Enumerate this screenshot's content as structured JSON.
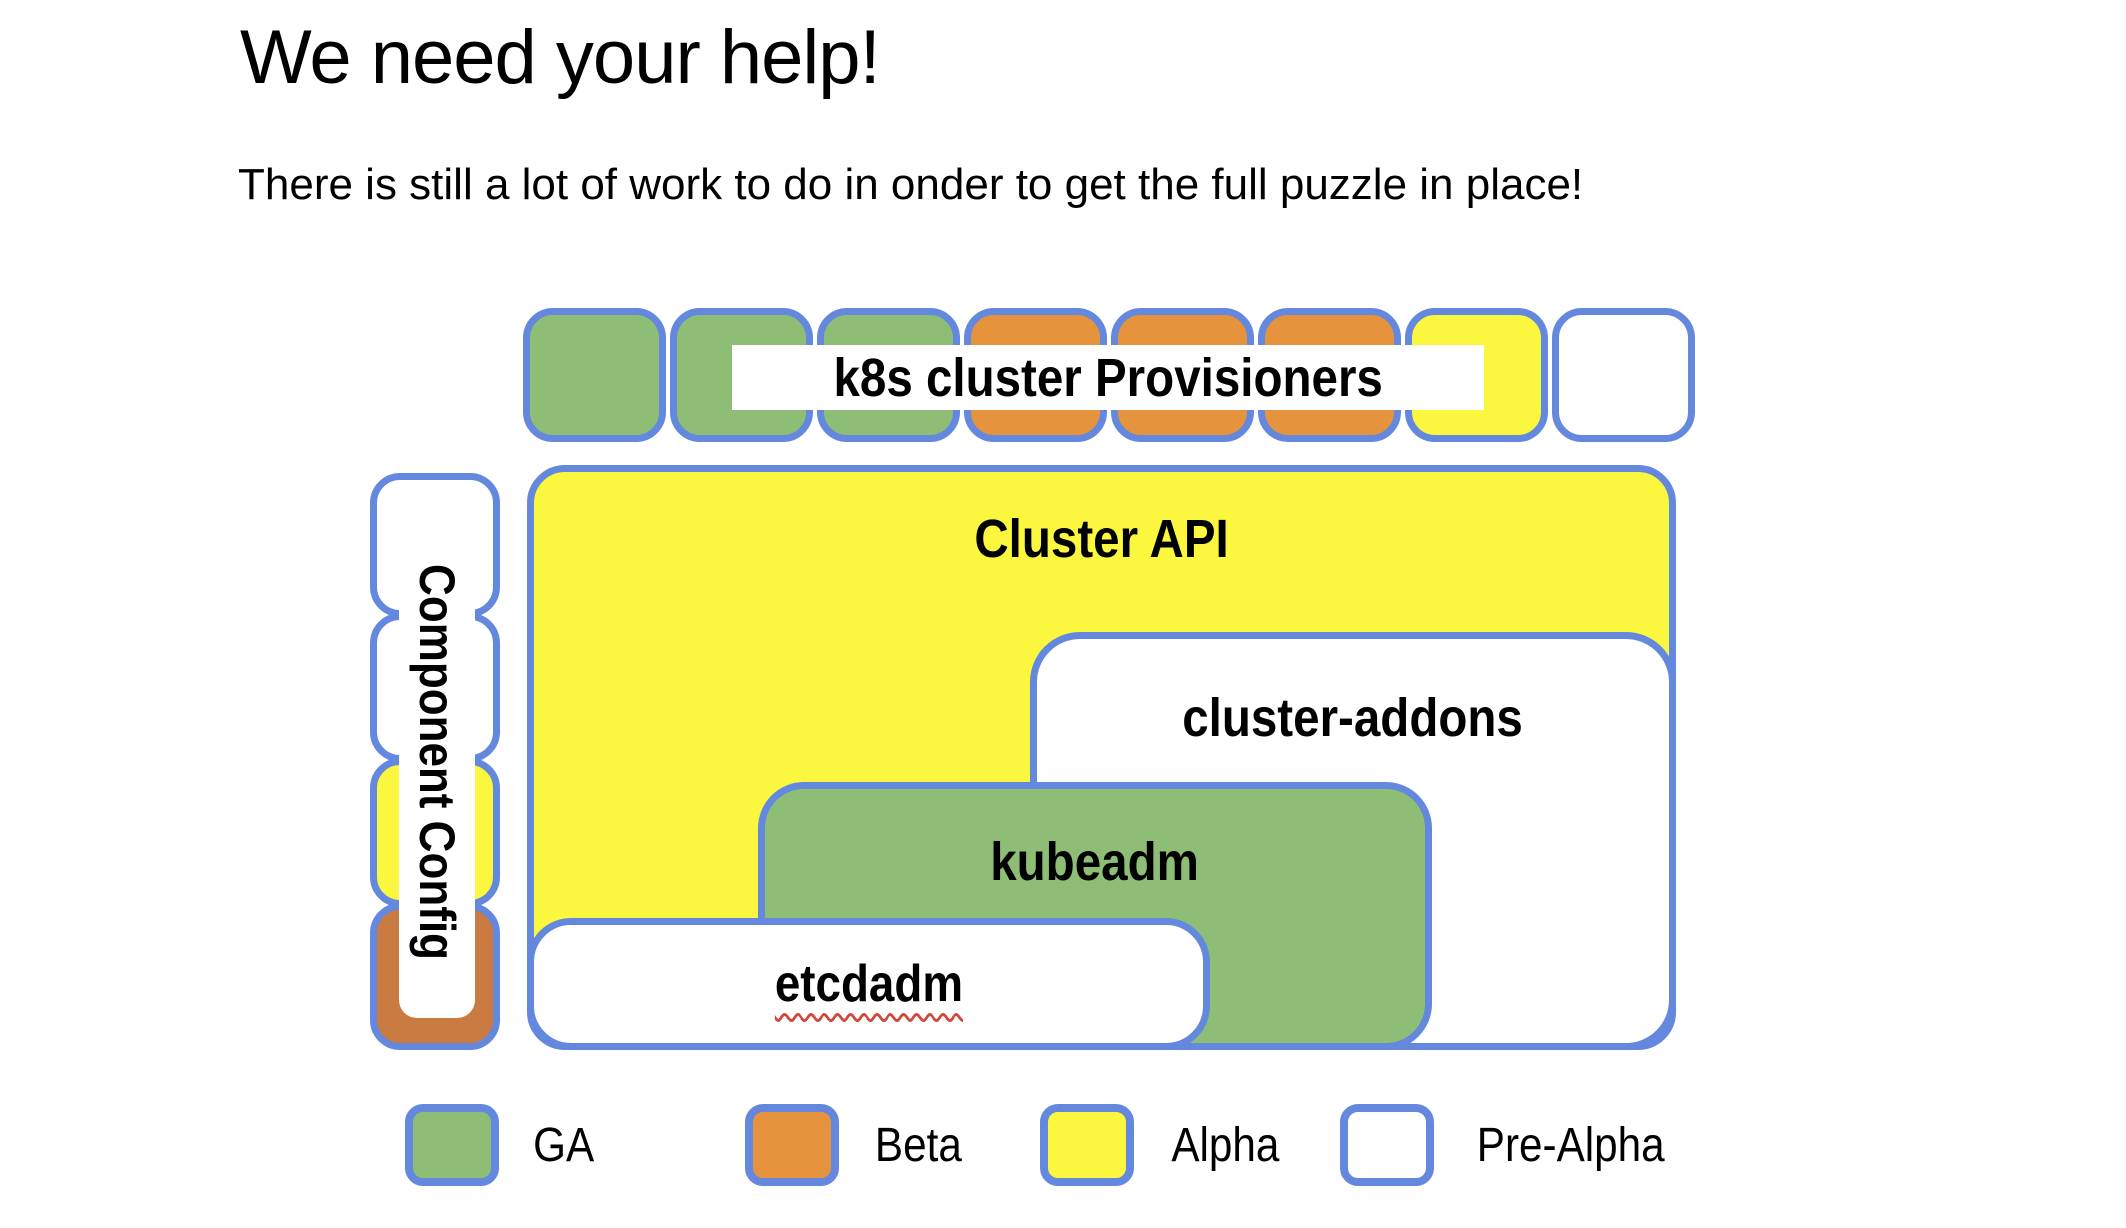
{
  "slide": {
    "title": "We need your help!",
    "subtitle": "There is still a lot of work to do in onder to get the full puzzle in place!"
  },
  "colors": {
    "border_blue": "#6488dd",
    "ga_green": "#8ebe75",
    "beta_orange": "#e6933e",
    "beta_orange_muted": "#ca7b42",
    "alpha_yellow": "#fbf63e",
    "pre_alpha_white": "#ffffff",
    "squiggle_red": "#cf4a3c",
    "text": "#000000",
    "background": "#ffffff"
  },
  "diagram": {
    "provisioners_row": {
      "label": "k8s cluster Provisioners",
      "squares": [
        "ga",
        "ga",
        "ga",
        "beta",
        "beta",
        "beta",
        "alpha",
        "pre-alpha"
      ],
      "square_styles": [
        "background:#8ebe75",
        "background:#8ebe75",
        "background:#8ebe75",
        "background:#e6933e",
        "background:#e6933e",
        "background:#e6933e",
        "background:#fbf63e",
        "background:#ffffff"
      ]
    },
    "component_config": {
      "label": "Component Config",
      "segments": [
        "pre-alpha",
        "pre-alpha",
        "alpha",
        "beta"
      ],
      "segment_styles": [
        "background:#ffffff",
        "background:#ffffff",
        "background:#fbf63e",
        "background:#ca7b42"
      ]
    },
    "cluster_api": {
      "label": "Cluster API",
      "status": "alpha",
      "style": "background:#fbf63e"
    },
    "cluster_addons": {
      "label": "cluster-addons",
      "status": "pre-alpha",
      "style": "background:#ffffff"
    },
    "kubeadm": {
      "label": "kubeadm",
      "status": "ga",
      "style": "background:#8ebe75"
    },
    "etcdadm": {
      "label": "etcdadm",
      "status": "pre-alpha",
      "style": "background:#ffffff",
      "spellcheck_underline": true
    }
  },
  "legend": {
    "items": [
      {
        "label": "GA",
        "color": "#8ebe75",
        "swatch_style": "background:#8ebe75"
      },
      {
        "label": "Beta",
        "color": "#e6933e",
        "swatch_style": "background:#e6933e"
      },
      {
        "label": "Alpha",
        "color": "#fbf63e",
        "swatch_style": "background:#fbf63e"
      },
      {
        "label": "Pre-Alpha",
        "color": "#ffffff",
        "swatch_style": "background:#ffffff"
      }
    ]
  }
}
